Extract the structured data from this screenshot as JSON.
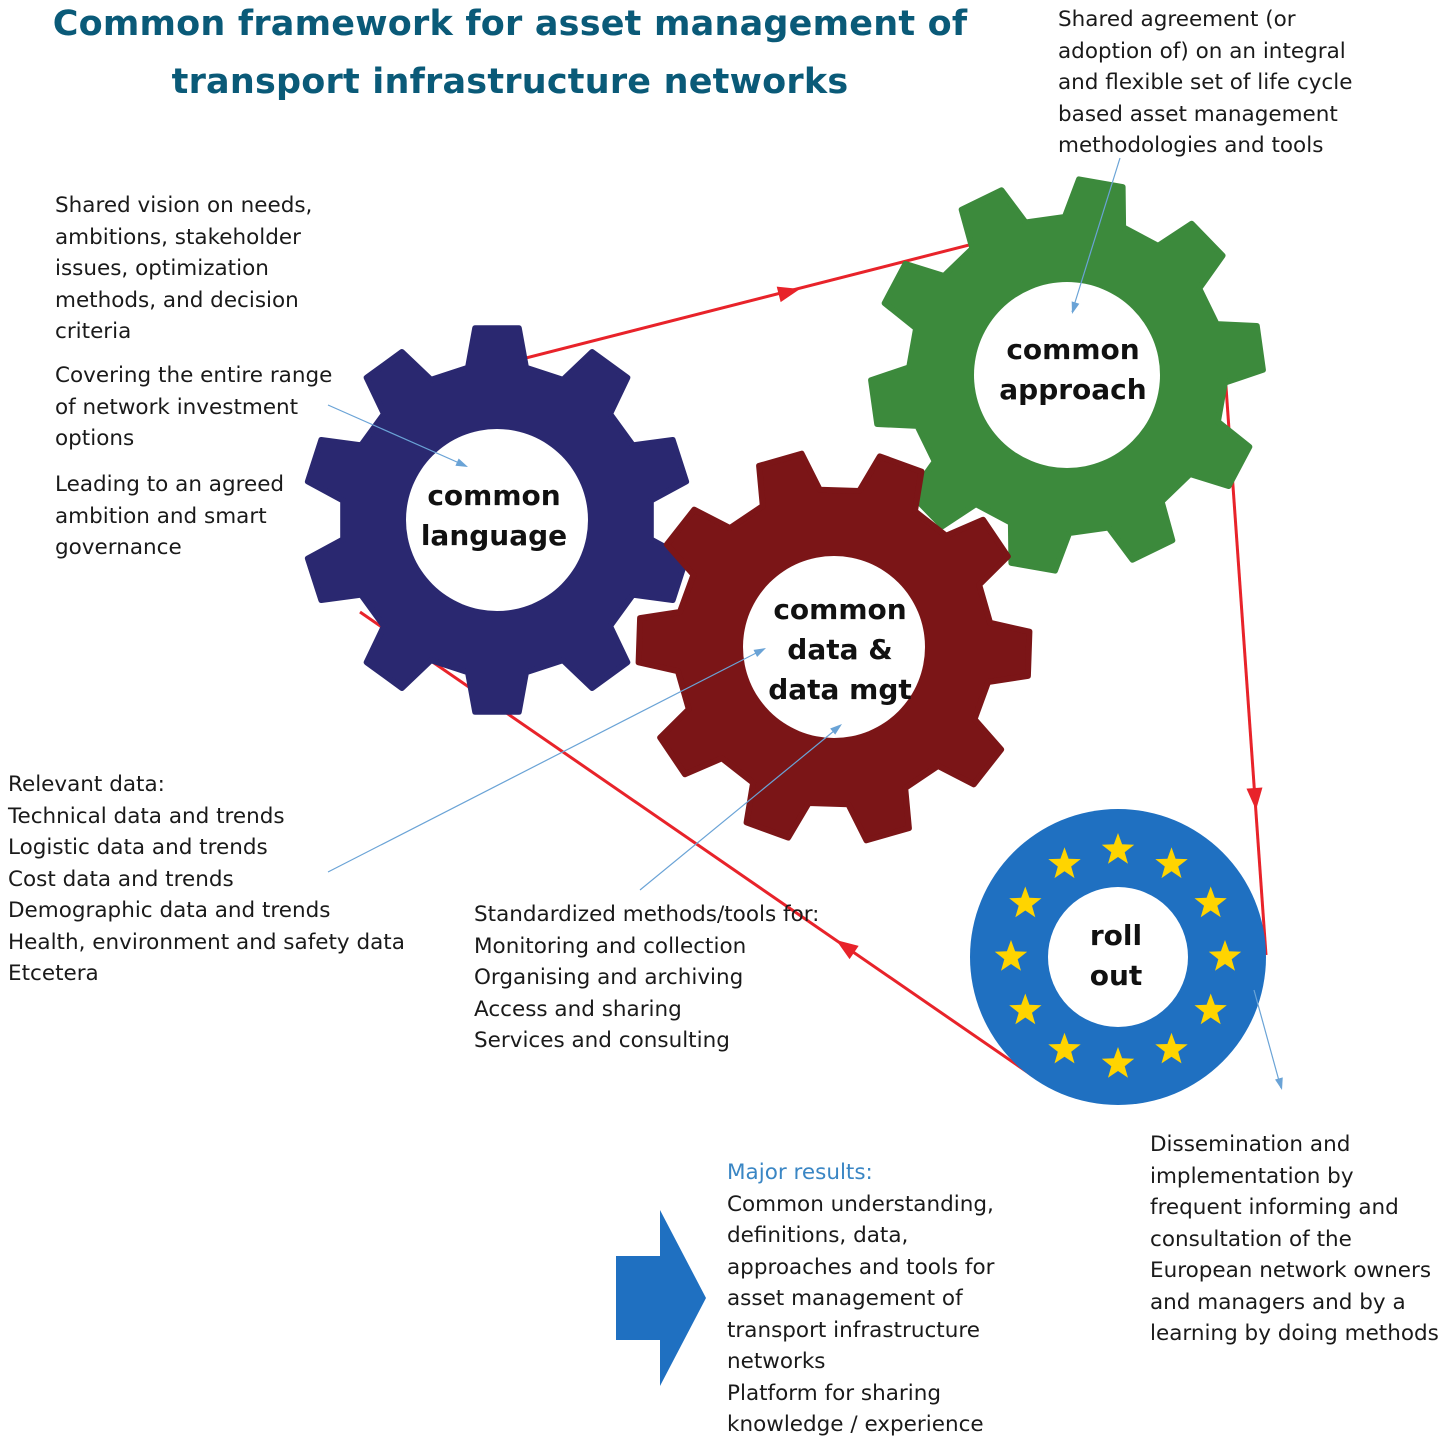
{
  "title": {
    "line1": "Common framework for asset management of",
    "line2": "transport infrastructure networks"
  },
  "colors": {
    "title": "#0a5a78",
    "language_gear": "#2a2870",
    "data_gear": "#7b1517",
    "approach_gear": "#3c8a3c",
    "rollout_ring": "#1f70c1",
    "stars": "#ffd400",
    "cycle_arrows": "#e8232a",
    "pointer_lines": "#6aa3d6",
    "result_arrow": "#1f70c1"
  },
  "gears": {
    "language": {
      "line1": "common",
      "line2": "language"
    },
    "approach": {
      "line1": "common",
      "line2": "approach"
    },
    "data": {
      "line1": "common",
      "line2": "data &",
      "line3": "data mgt"
    },
    "rollout": {
      "line1": "roll",
      "line2": "out",
      "icon": "eu-stars-ring"
    }
  },
  "notes": {
    "approach": [
      "Shared agreement (or",
      "adoption of) on an integral",
      "and flexible set of life cycle",
      "based asset  management",
      "methodologies and tools"
    ],
    "language_vision": [
      "Shared vision on needs,",
      "ambitions, stakeholder",
      "issues, optimization",
      "methods, and decision",
      "criteria"
    ],
    "language_range": [
      "Covering the entire range",
      "of network investment",
      "options"
    ],
    "language_governance": [
      "Leading to an agreed",
      "ambition and smart",
      "governance"
    ],
    "relevant_data": [
      "Relevant data:",
      "Technical data and trends",
      "Logistic data and trends",
      "Cost data and trends",
      "Demographic data and trends",
      "Health, environment and safety data",
      "Etcetera"
    ],
    "standardized": [
      "Standardized methods/tools for:",
      "Monitoring and collection",
      "Organising and archiving",
      "Access and sharing",
      "Services and consulting"
    ],
    "dissemination": [
      "Dissemination and",
      "implementation by",
      "frequent informing and",
      "consultation of the",
      "European network owners",
      "and managers and by a",
      "learning by doing methods"
    ]
  },
  "results": {
    "heading": "Major results:",
    "lines": [
      "Common understanding,",
      "definitions, data,",
      "approaches and tools for",
      "asset management of",
      "transport infrastructure",
      "networks",
      "Platform for sharing",
      "knowledge / experience"
    ],
    "icon": "right-arrow-icon"
  }
}
